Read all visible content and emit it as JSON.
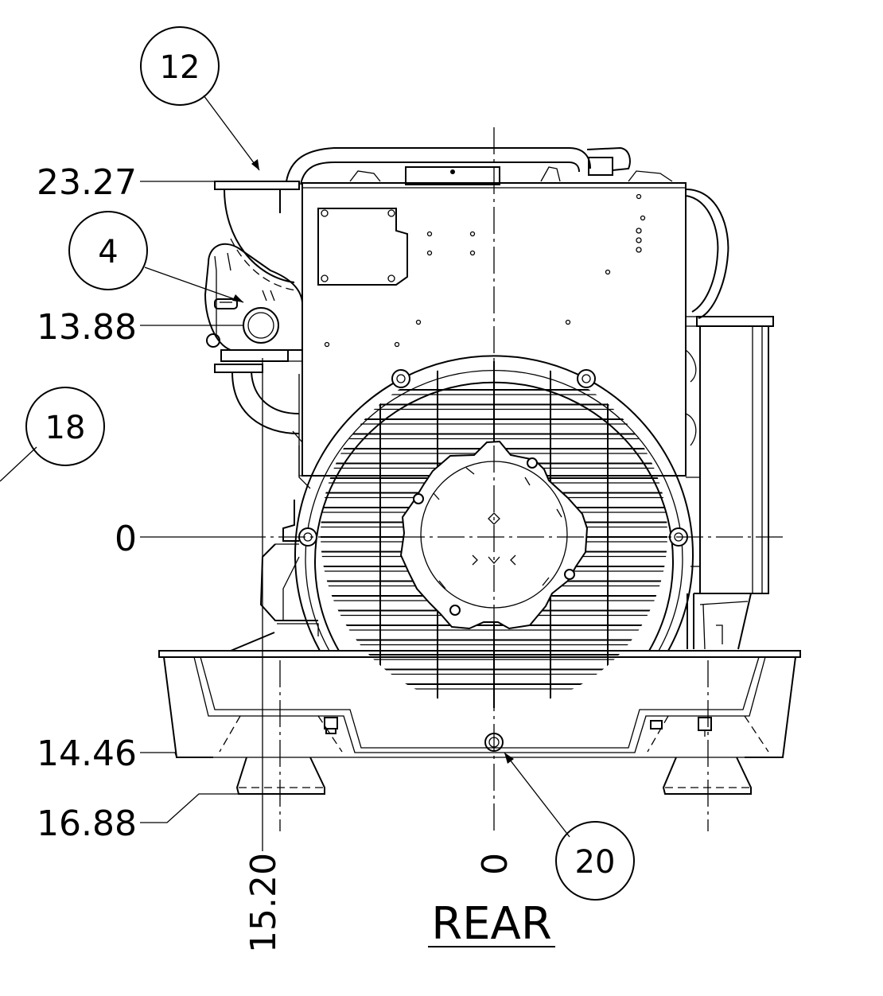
{
  "drawing": {
    "view_title": "REAR",
    "dimensions": {
      "d_23_27": "23.27",
      "d_13_88": "13.88",
      "d_0_left": "0",
      "d_14_46": "14.46",
      "d_16_88": "16.88",
      "d_15_20": "15.20",
      "d_0_bottom": "0"
    },
    "balloons": {
      "b12": "12",
      "b4": "4",
      "b18": "18",
      "b20": "20"
    }
  }
}
